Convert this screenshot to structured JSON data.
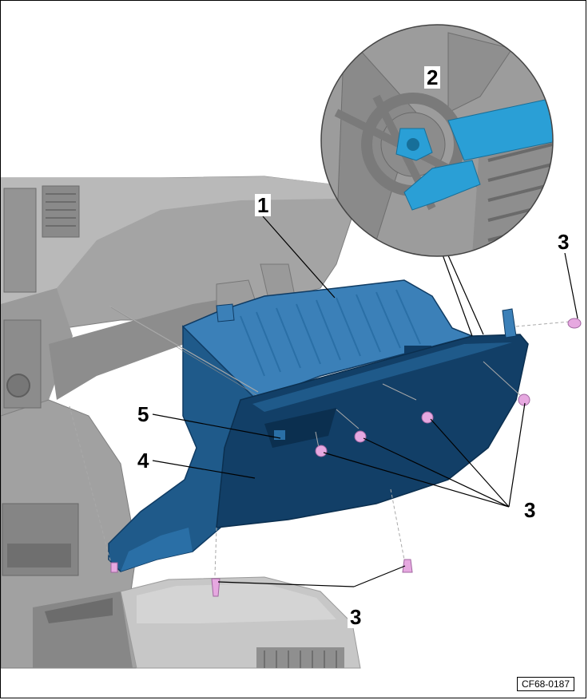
{
  "figure": {
    "callouts": [
      {
        "id": "1",
        "text": "1"
      },
      {
        "id": "2",
        "text": "2"
      },
      {
        "id": "3a",
        "text": "3"
      },
      {
        "id": "3b",
        "text": "3"
      },
      {
        "id": "3c",
        "text": "3"
      },
      {
        "id": "4",
        "text": "4"
      },
      {
        "id": "5",
        "text": "5"
      }
    ],
    "reference_code": "CF68-0187"
  },
  "colors": {
    "part_blue": "#1f5a8a",
    "part_blue_dark": "#0f3b63",
    "part_blue_light": "#3b80b8",
    "detail_cyan": "#2a9fd6",
    "clip_pink": "#e6a8e0",
    "dash_gray": "#a9a9a9",
    "dash_gray_dark": "#8c8c8c",
    "line_black": "#000000"
  }
}
